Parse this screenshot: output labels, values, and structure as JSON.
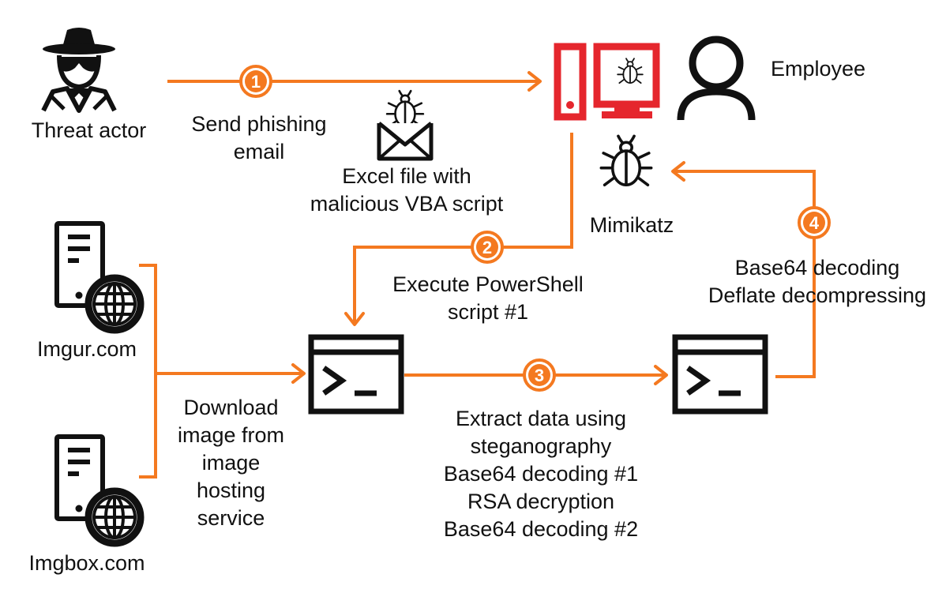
{
  "colors": {
    "accent": "#f47920",
    "alert": "#e5262d",
    "icon": "#111111",
    "text": "#111111"
  },
  "actors": {
    "threat_actor": "Threat actor",
    "employee": "Employee",
    "imgur": "Imgur.com",
    "imgbox": "Imgbox.com",
    "mimikatz": "Mimikatz"
  },
  "icons": {
    "threat_actor": "spy-icon",
    "employee": "person-icon",
    "computer": "infected-computer-icon",
    "email": "infected-email-icon",
    "mimikatz": "bug-icon",
    "imgur": "web-server-icon",
    "imgbox": "web-server-icon",
    "terminal_1": "terminal-icon",
    "terminal_2": "terminal-icon"
  },
  "email": {
    "line1": "Excel file with",
    "line2": "malicious VBA script"
  },
  "download": {
    "lines": [
      "Download",
      "image from",
      "image",
      "hosting",
      "service"
    ]
  },
  "steps": [
    {
      "number": "1",
      "lines": [
        "Send phishing",
        "email"
      ]
    },
    {
      "number": "2",
      "lines": [
        "Execute PowerShell",
        "script #1"
      ]
    },
    {
      "number": "3",
      "lines": [
        "Extract data using",
        "steganography",
        "Base64 decoding #1",
        "RSA decryption",
        "Base64 decoding #2"
      ]
    },
    {
      "number": "4",
      "lines": [
        "Base64 decoding",
        "Deflate decompressing"
      ]
    }
  ]
}
